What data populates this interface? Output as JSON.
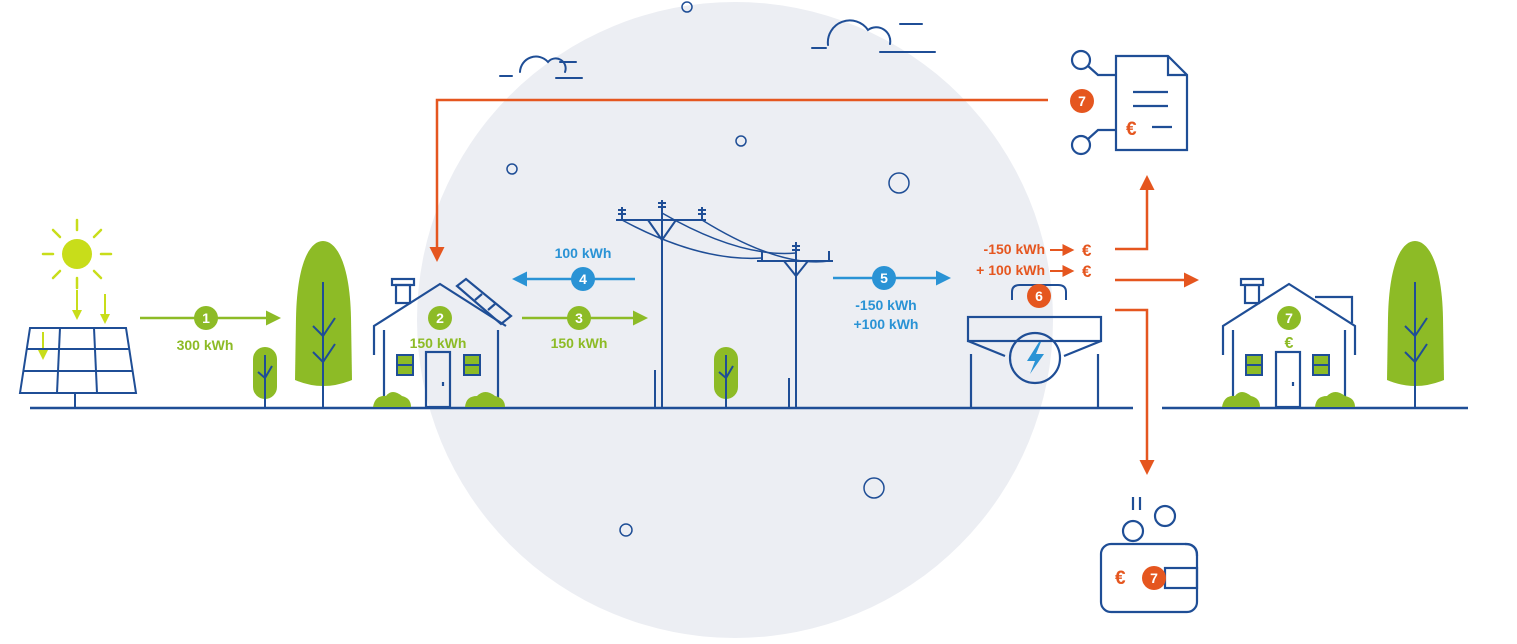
{
  "colors": {
    "navy": "#1f4e96",
    "green": "#8dbb26",
    "blue": "#2a93d5",
    "orange": "#e5561f",
    "sun": "#c8dd1a",
    "bg_circle": "#eceef3"
  },
  "steps": {
    "s1": {
      "number": "1",
      "label": "300 kWh"
    },
    "s2": {
      "number": "2",
      "label": "150 kWh"
    },
    "s3": {
      "number": "3",
      "label": "150 kWh"
    },
    "s4": {
      "number": "4",
      "label": "100 kWh"
    },
    "s5": {
      "number": "5",
      "line1": "-150 kWh",
      "line2": "+100 kWh"
    },
    "s6": {
      "number": "6",
      "line1": "-150 kWh",
      "line2": "+ 100 kWh"
    },
    "s7": {
      "number": "7"
    }
  },
  "symbols": {
    "euro": "€"
  },
  "icons": [
    "sun-icon",
    "solar-panel-icon",
    "tree-icon",
    "house-icon",
    "power-pole-icon",
    "energy-provider-icon",
    "invoice-icon",
    "wallet-icon",
    "cloud-icon"
  ]
}
